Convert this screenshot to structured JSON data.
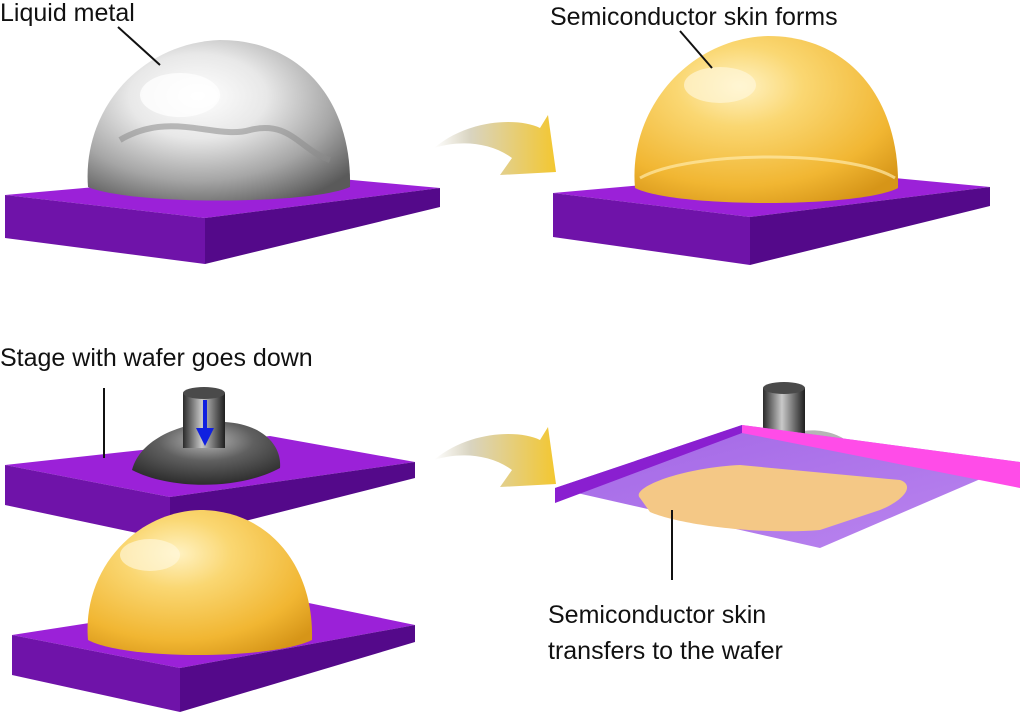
{
  "labels": {
    "liquid_metal": "Liquid metal",
    "skin_forms": "Semiconductor skin forms",
    "stage_down": "Stage with wafer goes down",
    "transfer_line1": "Semiconductor skin",
    "transfer_line2": "transfers to the wafer"
  },
  "colors": {
    "substrate_top": "#9a1fd6",
    "substrate_front": "#6e12a8",
    "substrate_side": "#520b82",
    "semiconductor_skin": "#f3c23f",
    "liquid_metal": "#d8d8d8",
    "wafer_edge": "#ff4de6",
    "arrow": "#e8c640",
    "stage_arrow": "#1020e0"
  }
}
